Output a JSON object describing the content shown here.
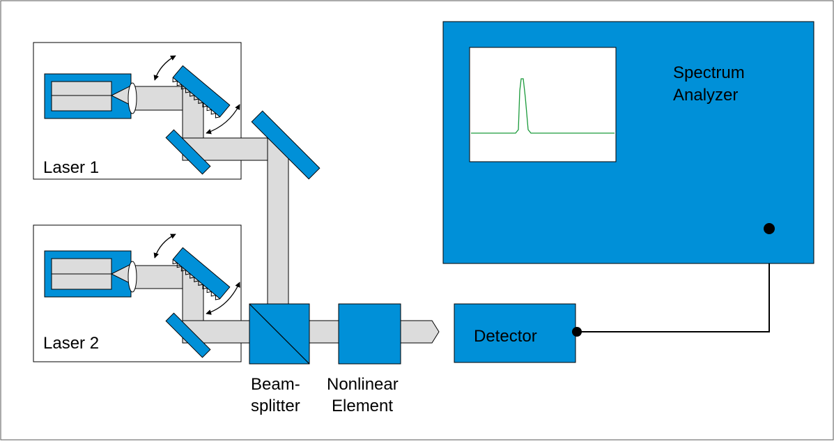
{
  "colors": {
    "component_blue": "#0090d8",
    "beam_gray": "#dcdcdc",
    "trace_green": "#1a9a3a",
    "outline": "#000000"
  },
  "labels": {
    "laser1": "Laser 1",
    "laser2": "Laser 2",
    "beamsplitter_line1": "Beam-",
    "beamsplitter_line2": "splitter",
    "nonlinear_line1": "Nonlinear",
    "nonlinear_line2": "Element",
    "detector": "Detector",
    "analyzer_line1": "Spectrum",
    "analyzer_line2": "Analyzer"
  }
}
